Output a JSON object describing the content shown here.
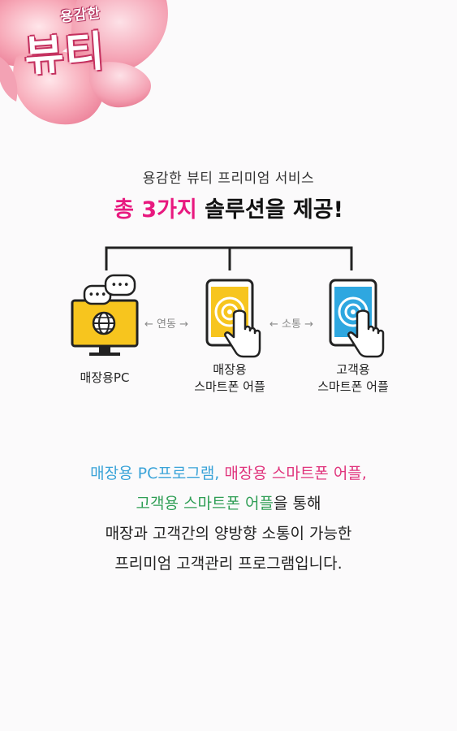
{
  "logo": {
    "small_text": "용감한",
    "big_text": "뷰티"
  },
  "header": {
    "subtitle": "용감한 뷰티 프리미엄 서비스",
    "headline_prefix": "총 3가지",
    "headline_suffix": " 솔루션을 제공!"
  },
  "diagram": {
    "devices": [
      {
        "label_line1": "매장용PC",
        "label_line2": ""
      },
      {
        "label_line1": "매장용",
        "label_line2": "스마트폰 어플"
      },
      {
        "label_line1": "고객용",
        "label_line2": "스마트폰 어플"
      }
    ],
    "links": [
      {
        "label": "← 연동 →"
      },
      {
        "label": "← 소통 →"
      }
    ]
  },
  "description": {
    "line1_part1": "매장용 PC프로그램,",
    "line1_part2": " 매장용 스마트폰 어플,",
    "line2_part1": "고객용 스마트폰 어플",
    "line2_part2": "을 통해",
    "line3": "매장과 고객간의 양방향 소통이 가능한",
    "line4": "프리미엄 고객관리 프로그램입니다."
  },
  "colors": {
    "accent_pink": "#e8197f",
    "pc_yellow": "#f7c51e",
    "app_blue": "#2ea7e0",
    "text_blue": "#3aa3d8",
    "text_pink": "#e0357d",
    "text_green": "#2f9e55"
  }
}
